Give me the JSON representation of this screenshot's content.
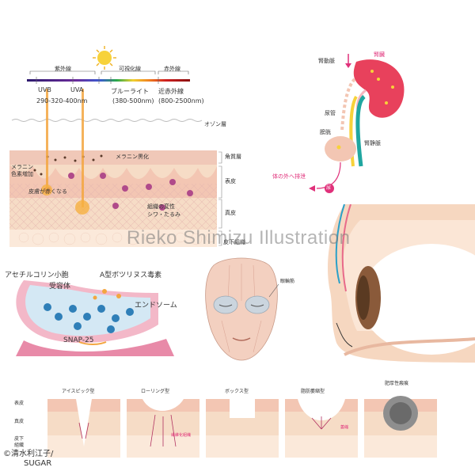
{
  "skin_diagram": {
    "uv_label": "紫外線",
    "visible_label": "可視化線",
    "ir_label": "赤外線",
    "uvb": "UVB",
    "uva": "UVA",
    "uv_range": "290-320-400nm",
    "blue_light": "ブルーライト",
    "blue_light_range": "(380-500nm)",
    "near_ir": "近赤外線",
    "near_ir_range": "(800-2500nm)",
    "ozone": "オゾン層",
    "melanin_increase_1": "メラニン",
    "melanin_increase_2": "色素増加",
    "melanin_black": "メラニン黒化",
    "skin_red": "皮膚が赤くなる",
    "tissue_change_1": "組織の変性",
    "tissue_change_2": "シワ・たるみ",
    "layer_horny": "角質層",
    "layer_epidermis": "表皮",
    "layer_dermis": "真皮",
    "layer_subcutis": "皮下組織"
  },
  "kidney_diagram": {
    "renal_artery": "腎動脈",
    "kidney": "腎臓",
    "ureter": "尿管",
    "bladder": "膀胱",
    "renal_vein": "腎静脈",
    "excretion": "体の外へ排泄",
    "urine": "尿"
  },
  "synapse_diagram": {
    "vesicle": "アセチルコリン小胞",
    "toxin": "A型ボツリヌス毒素",
    "receptor": "受容体",
    "endosome": "エンドソーム",
    "snap25": "SNAP-25"
  },
  "face_diagram": {
    "muscle_label": "眼輪筋"
  },
  "scar_panels": [
    {
      "title": "アイスピック型"
    },
    {
      "title": "ローリング型",
      "note": "繊維化組織"
    },
    {
      "title": "ボックス型"
    },
    {
      "title": "脂肪萎縮型",
      "note": "萎縮"
    },
    {
      "title": "肥厚性瘢痕"
    }
  ],
  "scar_layers": {
    "epidermis": "表皮",
    "dermis": "真皮",
    "subcutis_1": "皮下",
    "subcutis_2": "組織"
  },
  "watermark": "Rieko Shimizu Illustration",
  "credit_1": "©清水利江子/",
  "credit_2": "SUGAR",
  "colors": {
    "skin": "#f6dcc6",
    "skin_light": "#fbe9da",
    "epidermis": "#f3c6b3",
    "pink_accent": "#e0307a",
    "orange_beam": "#f3a640",
    "kidney": "#e8415c",
    "blue_cell": "#2f7fb8",
    "teal": "#20a6a0"
  }
}
